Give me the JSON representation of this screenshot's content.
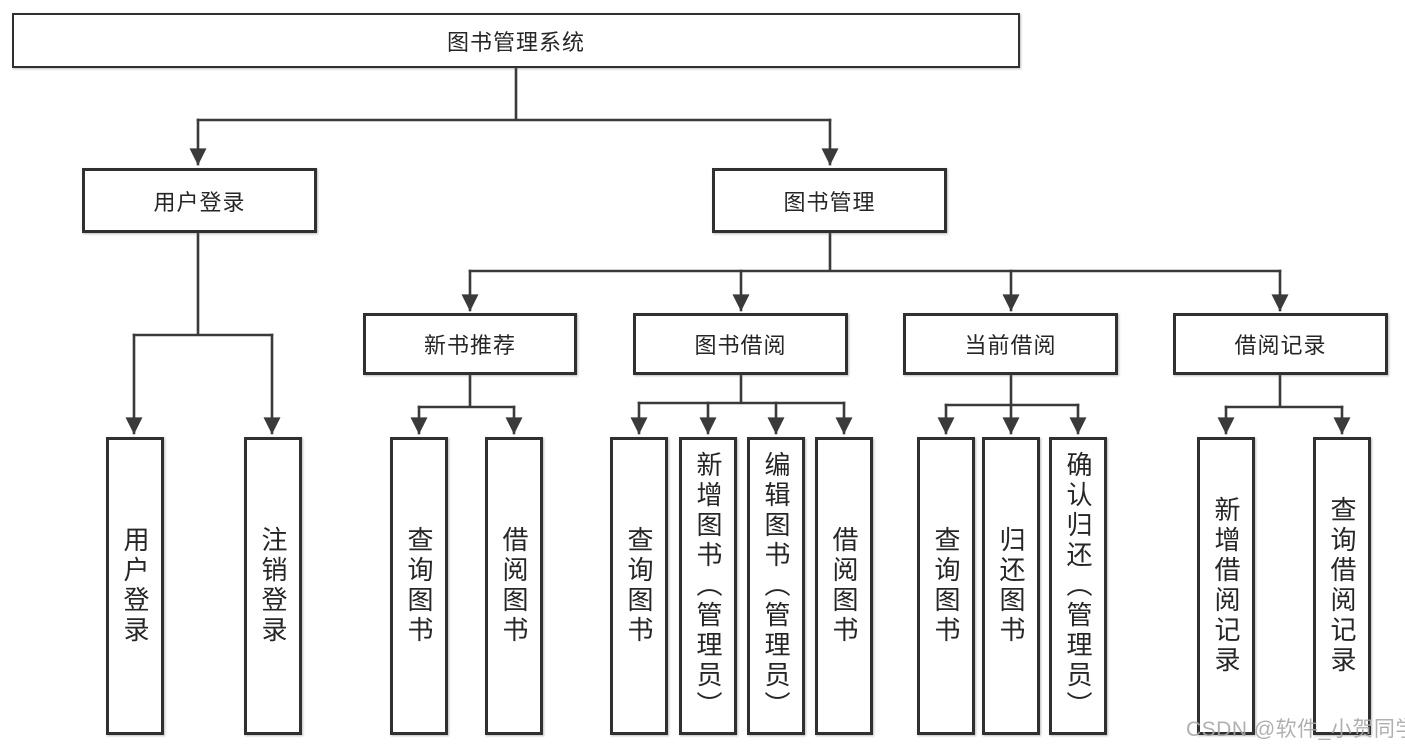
{
  "diagram": {
    "root": {
      "label": "图书管理系统",
      "children": [
        {
          "label": "用户登录",
          "children": [
            {
              "label": "用户登录"
            },
            {
              "label": "注销登录"
            }
          ]
        },
        {
          "label": "图书管理",
          "children": [
            {
              "label": "新书推荐",
              "children": [
                {
                  "label": "查询图书"
                },
                {
                  "label": "借阅图书"
                }
              ]
            },
            {
              "label": "图书借阅",
              "children": [
                {
                  "label": "查询图书"
                },
                {
                  "label": "新增图书（管理员）"
                },
                {
                  "label": "编辑图书（管理员）"
                },
                {
                  "label": "借阅图书"
                }
              ]
            },
            {
              "label": "当前借阅",
              "children": [
                {
                  "label": "查询图书"
                },
                {
                  "label": "归还图书"
                },
                {
                  "label": "确认归还（管理员）"
                }
              ]
            },
            {
              "label": "借阅记录",
              "children": [
                {
                  "label": "新增借阅记录"
                },
                {
                  "label": "查询借阅记录"
                }
              ]
            }
          ]
        }
      ]
    }
  },
  "watermark": {
    "text": "CSDN @软件_小贺同学"
  },
  "colors": {
    "line": "#3a3a3a",
    "box_border": "#303030",
    "text": "#262626",
    "watermark": "#a8a8a8",
    "background": "#ffffff"
  }
}
